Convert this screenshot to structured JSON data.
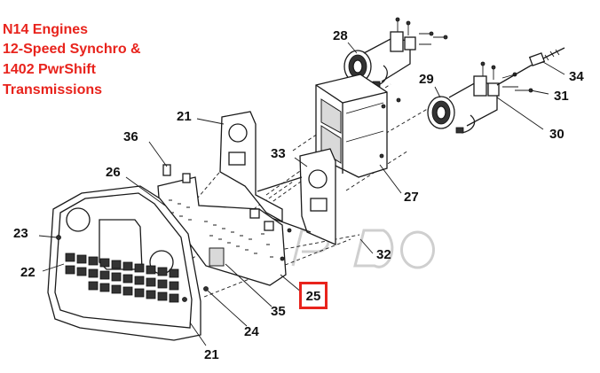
{
  "title": {
    "lines": [
      "N14  Engines",
      "12-Speed Synchro &",
      "1402 PwrShift",
      "Transmissions"
    ],
    "color": "#e8231c"
  },
  "callouts": {
    "c28": "28",
    "c29": "29",
    "c34": "34",
    "c31": "31",
    "c30": "30",
    "c21_top": "21",
    "c36": "36",
    "c33": "33",
    "c26": "26",
    "c27": "27",
    "c23": "23",
    "c32": "32",
    "c22": "22",
    "c25": "25",
    "c35": "35",
    "c24": "24",
    "c21_bottom": "21"
  },
  "highlight": {
    "label": "25",
    "color": "#e8231c"
  }
}
